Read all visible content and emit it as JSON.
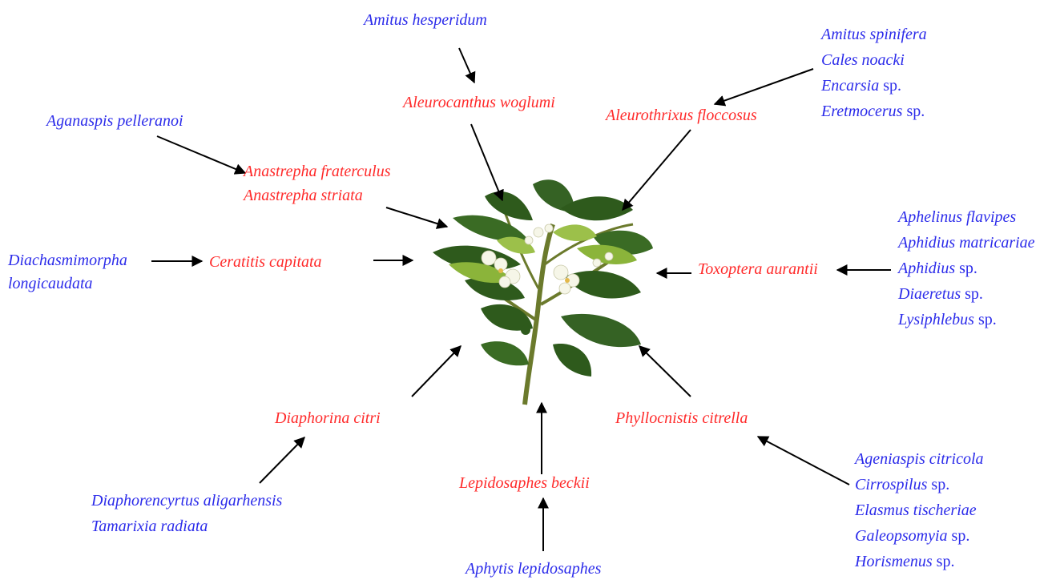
{
  "pests": {
    "woglumi": "Aleurocanthus woglumi",
    "floccosus": "Aleurothrixus floccosus",
    "fraterculus": "Anastrepha fraterculus",
    "striata": "Anastrepha striata",
    "ceratitis": "Ceratitis capitata",
    "toxoptera": "Toxoptera aurantii",
    "diaphorina": "Diaphorina citri",
    "phyllocnistis": "Phyllocnistis citrella",
    "lepidosaphes": "Lepidosaphes beckii"
  },
  "parasitoids": {
    "hesperidum": "Amitus hesperidum",
    "aganaspis": "Aganaspis pelleranoi",
    "diachasmimorpha_1": "Diachasmimorpha",
    "diachasmimorpha_2": "longicaudata",
    "aphytis": "Aphytis lepidosaphes",
    "diaphorina_group": [
      {
        "genus": "Diaphorencyrtus aligarhensis",
        "suffix": ""
      },
      {
        "genus": "Tamarixia radiata",
        "suffix": ""
      }
    ],
    "floccosus_group": [
      {
        "genus": "Amitus spinifera",
        "suffix": ""
      },
      {
        "genus": "Cales noacki",
        "suffix": ""
      },
      {
        "genus": "Encarsia",
        "suffix": " sp."
      },
      {
        "genus": "Eretmocerus",
        "suffix": " sp."
      }
    ],
    "toxoptera_group": [
      {
        "genus": "Aphelinus flavipes",
        "suffix": ""
      },
      {
        "genus": "Aphidius matricariae",
        "suffix": ""
      },
      {
        "genus": "Aphidius",
        "suffix": " sp."
      },
      {
        "genus": "Diaeretus",
        "suffix": " sp."
      },
      {
        "genus": "Lysiphlebus",
        "suffix": " sp."
      }
    ],
    "phyllocnistis_group": [
      {
        "genus": "Ageniaspis citricola",
        "suffix": ""
      },
      {
        "genus": "Cirrospilus",
        "suffix": " sp."
      },
      {
        "genus": "Elasmus tischeriae",
        "suffix": ""
      },
      {
        "genus": "Galeopsomyia",
        "suffix": " sp."
      },
      {
        "genus": "Horismenus",
        "suffix": " sp."
      }
    ]
  },
  "colors": {
    "pest": "#ff2a2a",
    "parasitoid": "#2b2bea",
    "arrow": "#000000",
    "leaf_dark": "#2e5a1c",
    "leaf_light": "#8bb43a",
    "flower": "#f6f6e8"
  },
  "icons": {
    "center": "citrus-plant-illustration",
    "connector": "arrow-icon"
  }
}
